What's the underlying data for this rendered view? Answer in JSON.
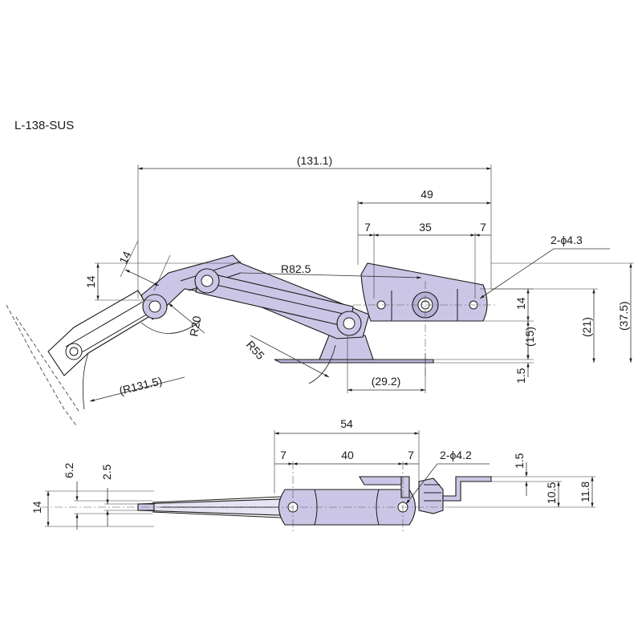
{
  "model": "L-138-SUS",
  "side_view": {
    "overall_width": "(131.1)",
    "width_49": "49",
    "hole_offset_left": "7",
    "hole_spacing": "35",
    "hole_offset_right": "7",
    "hole_spec": "2-ϕ4.3",
    "radius_82_5": "R82.5",
    "radius_20": "R20",
    "radius_55": "R55",
    "radius_131_5": "(R131.5)",
    "height_14_left_angled": "14",
    "height_14_left": "14",
    "height_14_right": "14",
    "height_15": "(15)",
    "height_21": "(21)",
    "height_37_5": "(37.5)",
    "base_thickness": "1.5",
    "offset_29_2": "(29.2)"
  },
  "top_view": {
    "width_54": "54",
    "hole_offset_left": "7",
    "hole_spacing": "40",
    "hole_offset_right": "7",
    "hole_spec": "2-ϕ4.2",
    "height_6_2": "6.2",
    "height_2_5": "2.5",
    "height_14": "14",
    "height_1_5": "1.5",
    "height_10_5": "10.5",
    "height_11_8": "11.8"
  }
}
